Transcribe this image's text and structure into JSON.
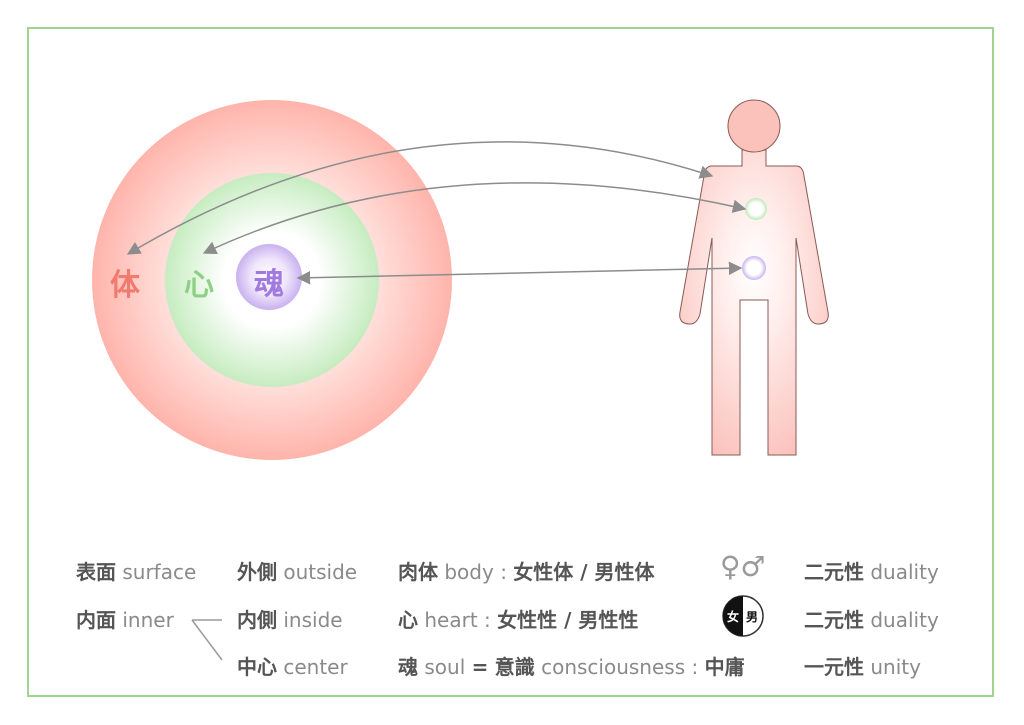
{
  "diagram": {
    "circle_labels": {
      "body": "体",
      "heart": "心",
      "soul": "魂"
    },
    "colors": {
      "body": "#f07b6e",
      "heart": "#8fcf86",
      "soul": "#a17ae0",
      "border": "#9fd58e",
      "arrow": "#8c8c8c"
    }
  },
  "legend": {
    "col1": {
      "row1_jp": "表面",
      "row1_en": "surface",
      "row2_jp": "内面",
      "row2_en": "inner"
    },
    "col2": {
      "row1_jp": "外側",
      "row1_en": "outside",
      "row2_jp": "内側",
      "row2_en": "inside",
      "row3_jp": "中心",
      "row3_en": "center"
    },
    "col3": {
      "row1_jp": "肉体",
      "row1_en": "body",
      "row1_sep": ":",
      "row1_value": "女性体 / 男性体",
      "row2_jp": "心",
      "row2_en": "heart",
      "row2_sep": ":",
      "row2_value": "女性性 / 男性性",
      "row3_jp": "魂",
      "row3_en": "soul",
      "row3_eq": "=",
      "row3_jp2": "意識",
      "row3_en2": "consciousness",
      "row3_sep": ":",
      "row3_value": "中庸"
    },
    "col4": {
      "gender_symbols": "♀♂",
      "yinyang_left": "女",
      "yinyang_right": "男"
    },
    "col5": {
      "row1_jp": "二元性",
      "row1_en": "duality",
      "row2_jp": "二元性",
      "row2_en": "duality",
      "row3_jp": "一元性",
      "row3_en": "unity"
    }
  }
}
